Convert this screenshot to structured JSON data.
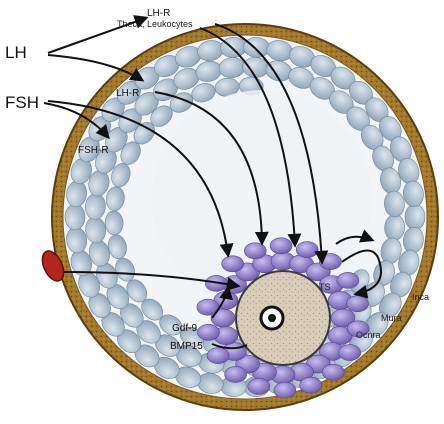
{
  "labels": {
    "lh": "LH",
    "fsh": "FSH",
    "lh_r_top": "LH-R",
    "theca_leukocytes": "Theca, Leukocytes",
    "lh_r_inner": "LH-R",
    "fsh_r": "FSH-R",
    "gdf9": "Gdf-9",
    "bmp15": "BMP15",
    "ts": "TS",
    "right_fragment_1": "Inca",
    "right_fragment_2": "Mura",
    "right_fragment_3": "Ocnra"
  },
  "colors": {
    "background": "#ffffff",
    "follicle_wall": "#a0782a",
    "follicle_wall_dots": "#6b4a14",
    "antrum": "#eef2f6",
    "granulosa_cells": "#b9cad9",
    "granulosa_shadow": "#7f97ab",
    "cumulus_cells": "#8c7bc4",
    "oocyte": "#d9cfbd",
    "nucleus": "#111111",
    "arrows": "#111111",
    "red_cell": "#b3261e"
  },
  "icons": {
    "red_cell": "red-blood-cell-icon",
    "oocyte": "oocyte-icon",
    "nucleus": "nucleus-icon"
  }
}
